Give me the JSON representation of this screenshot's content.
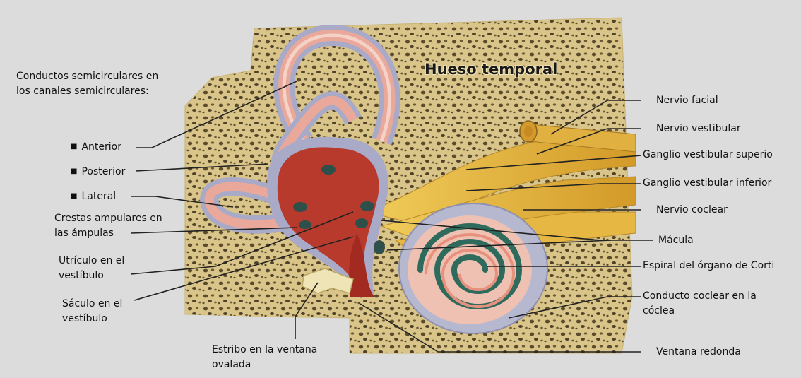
{
  "title": "Hueso temporal",
  "labels": {
    "semicircular_heading_l1": "Conductos semicirculares en",
    "semicircular_heading_l2": "los canales semicirculares:",
    "anterior": "Anterior",
    "posterior": "Posterior",
    "lateral": "Lateral",
    "crestas_l1": "Crestas ampulares en",
    "crestas_l2": "las ámpulas",
    "utriculo_l1": "Utrículo en el",
    "utriculo_l2": "vestíbulo",
    "saculo_l1": "Sáculo en el",
    "saculo_l2": "vestíbulo",
    "estribo_l1": "Estribo en la ventana",
    "estribo_l2": "ovalada",
    "nervio_facial": "Nervio facial",
    "nervio_vestibular": "Nervio vestibular",
    "ganglio_superior": "Ganglio vestibular superio",
    "ganglio_inferior": "Ganglio vestibular inferior",
    "nervio_coclear": "Nervio coclear",
    "macula": "Mácula",
    "espiral": "Espiral del órgano de Corti",
    "conducto_l1": "Conducto coclear en la",
    "conducto_l2": "cóclea",
    "ventana_redonda": "Ventana redonda"
  },
  "bullet_symbol": "■",
  "colors": {
    "background": "#dcdcdc",
    "bone": "#d9c489",
    "bone_pore": "#4a3f2a",
    "canal_wall": "#a8aac8",
    "duct_pink": "#e9a89a",
    "vestibule_red": "#b83a2c",
    "nerve_yellow": "#e0b23a",
    "spiral_green": "#2f6b5c",
    "leader_line": "#222222"
  }
}
